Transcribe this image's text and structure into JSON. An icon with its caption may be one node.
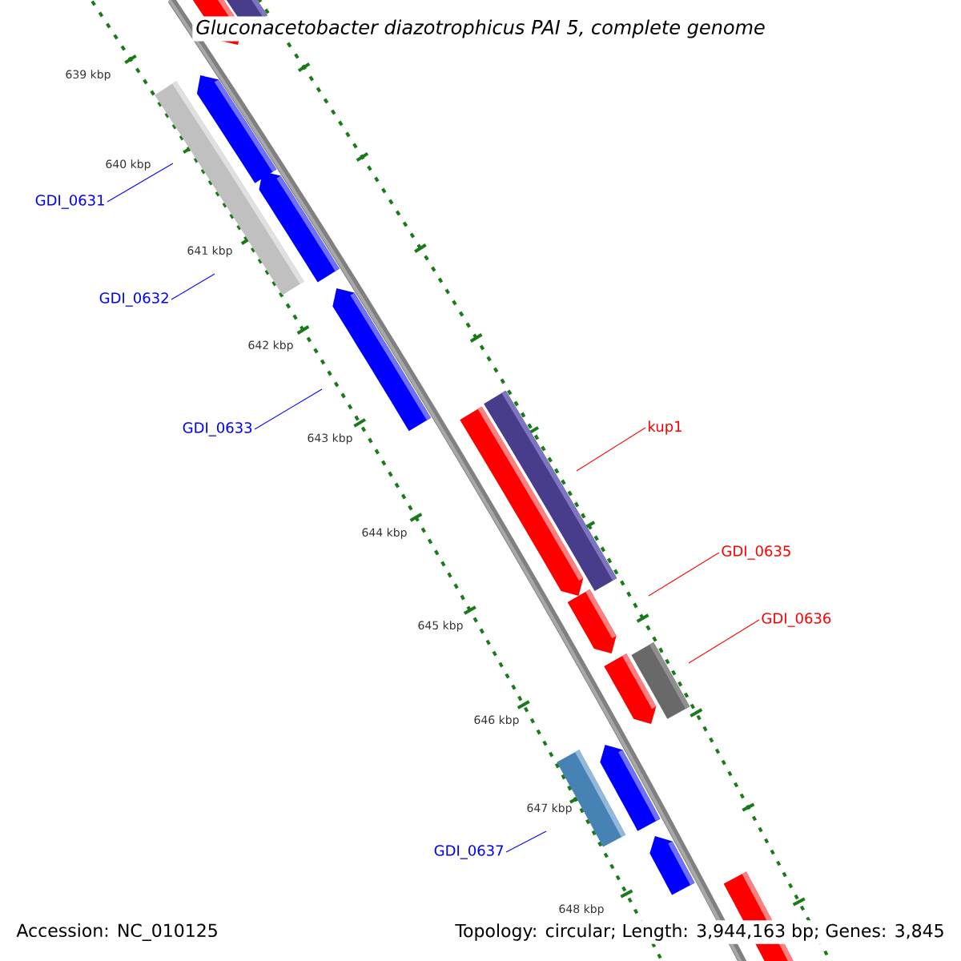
{
  "diagram": {
    "title": "*Gluconacetobacter diazotrophicus PAI 5, complete genome*",
    "nodes": [
      {
        "text": [
          "GDI_0631"
        ]
      },
      {
        "text": [
          "GDI_0632"
        ]
      },
      {
        "text": [
          "GDI_0633"
        ]
      },
      {
        "text": [
          "kup1"
        ]
      },
      {
        "text": [
          "GDI_0635"
        ]
      },
      {
        "text": [
          "GDI_0636"
        ]
      },
      {
        "text": [
          "GDI_0637"
        ]
      }
    ],
    "edges": [
      {
        "from": 0,
        "to": null,
        "arrow": "none"
      },
      {
        "from": 1,
        "to": null,
        "arrow": "none"
      },
      {
        "from": 2,
        "to": null,
        "arrow": "none"
      },
      {
        "from": 3,
        "to": null,
        "arrow": "none",
        "color": "#ff0000"
      },
      {
        "from": 4,
        "to": null,
        "arrow": "none",
        "color": "#ff0000"
      },
      {
        "from": 5,
        "to": null,
        "arrow": "none",
        "color": "#ff0000"
      },
      {
        "from": 6,
        "to": null,
        "arrow": "none"
      }
    ],
    "labels": [
      "639 kbp",
      "640 kbp",
      "641 kbp",
      "642 kbp",
      "643 kbp",
      "644 kbp",
      "645 kbp",
      "646 kbp",
      "647 kbp",
      "648 kbp",
      "Accession: NC_010125",
      "Topology: circular; Length: 3,944,163 bp; Genes: 3,845"
    ]
  }
}
